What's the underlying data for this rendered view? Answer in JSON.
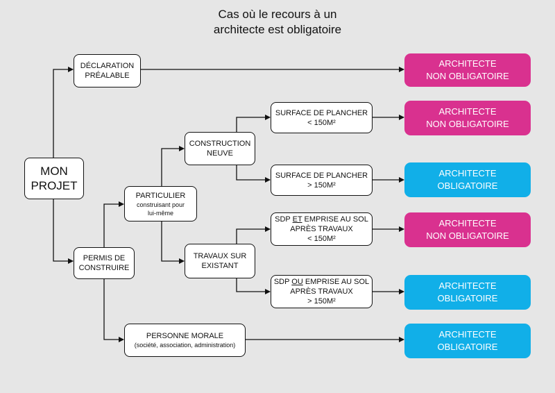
{
  "title": {
    "line1": "Cas où le recours à un",
    "line2": "architecte est obligatoire"
  },
  "nodes": {
    "mon_projet": {
      "line1": "MON",
      "line2": "PROJET"
    },
    "declaration": {
      "line1": "DÉCLARATION",
      "line2": "PRÉALABLE"
    },
    "permis": {
      "line1": "PERMIS DE",
      "line2": "CONSTRUIRE"
    },
    "particulier": {
      "line1": "PARTICULIER",
      "line2": "construisant pour",
      "line3": "lui-même"
    },
    "personne_morale": {
      "line1": "PERSONNE MORALE",
      "line2": "(société, association, administration)"
    },
    "construction_neuve": {
      "line1": "CONSTRUCTION",
      "line2": "NEUVE"
    },
    "travaux_existant": {
      "line1": "TRAVAUX SUR",
      "line2": "EXISTANT"
    },
    "surface_inf": {
      "line1": "SURFACE DE PLANCHER",
      "line2": "< 150M²"
    },
    "surface_sup": {
      "line1": "SURFACE DE PLANCHER",
      "line2": "> 150M²"
    },
    "sdp_et": {
      "pre": "SDP ",
      "em": "ET",
      "post": " EMPRISE AU SOL",
      "line2": "APRÈS TRAVAUX",
      "line3": "< 150M²"
    },
    "sdp_ou": {
      "pre": "SDP ",
      "em": "OU",
      "post": " EMPRISE AU SOL",
      "line2": "APRÈS TRAVAUX",
      "line3": "> 150M²"
    }
  },
  "results": {
    "non_obligatoire": {
      "line1": "ARCHITECTE",
      "line2": "NON OBLIGATOIRE"
    },
    "obligatoire": {
      "line1": "ARCHITECTE",
      "line2": "OBLIGATOIRE"
    }
  },
  "colors": {
    "non_obligatoire": "#d9318f",
    "obligatoire": "#11afe8",
    "background": "#e6e6e6",
    "line": "#111111"
  }
}
